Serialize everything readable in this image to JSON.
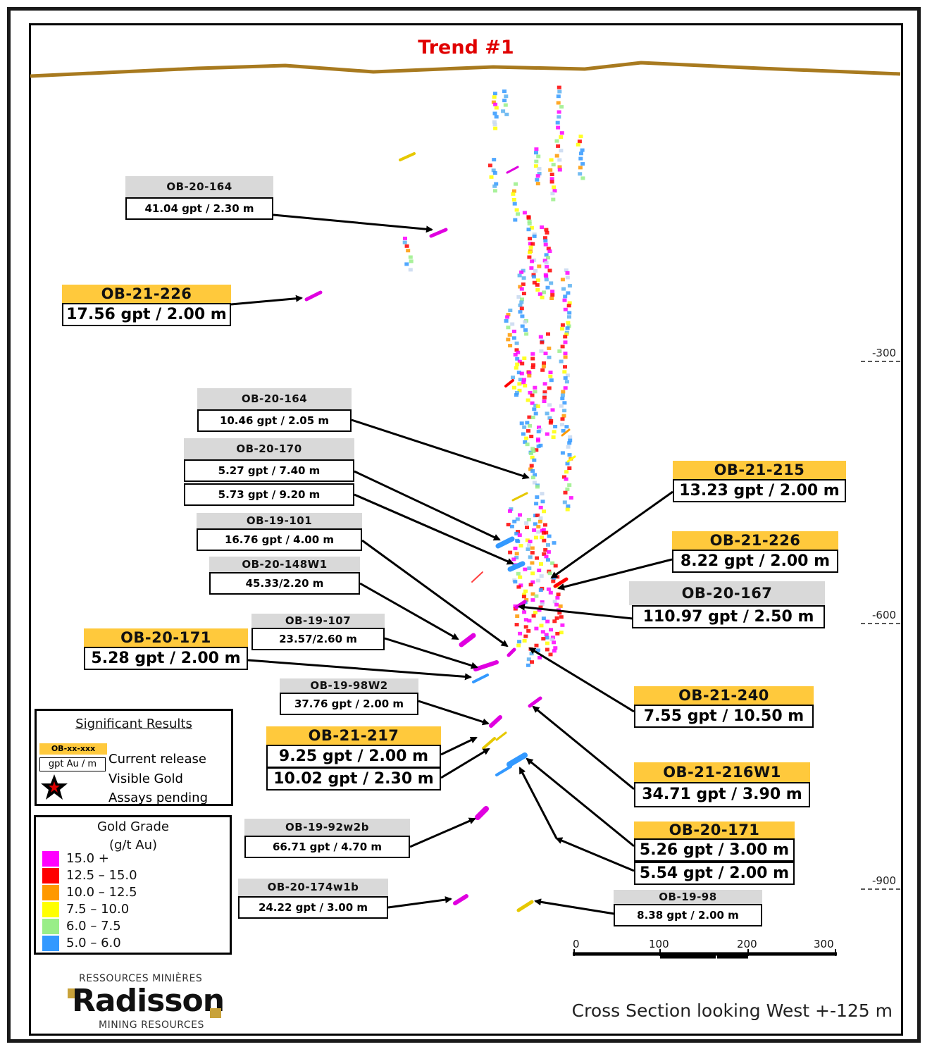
{
  "title": "Trend #1",
  "depth_labels": [
    "-300",
    "-600",
    "-900"
  ],
  "callouts": [
    {
      "id": "c1",
      "hole": "OB-20-164",
      "values": [
        "41.04 gpt / 2.30 m"
      ],
      "release": "previous"
    },
    {
      "id": "c2",
      "hole": "OB-21-226",
      "values": [
        "17.56 gpt / 2.00 m"
      ],
      "release": "current"
    },
    {
      "id": "c3",
      "hole": "OB-20-164",
      "values": [
        "10.46 gpt / 2.05 m"
      ],
      "release": "previous"
    },
    {
      "id": "c4",
      "hole": "OB-20-170",
      "values": [
        "5.27 gpt / 7.40 m",
        "5.73 gpt / 9.20 m"
      ],
      "release": "previous"
    },
    {
      "id": "c5",
      "hole": "OB-19-101",
      "values": [
        "16.76 gpt / 4.00 m"
      ],
      "release": "previous"
    },
    {
      "id": "c6",
      "hole": "OB-20-148W1",
      "values": [
        "45.33/2.20 m"
      ],
      "release": "previous"
    },
    {
      "id": "c7",
      "hole": "OB-19-107",
      "values": [
        "23.57/2.60 m"
      ],
      "release": "previous"
    },
    {
      "id": "c8",
      "hole": "OB-20-171",
      "values": [
        "5.28 gpt / 2.00 m"
      ],
      "release": "current"
    },
    {
      "id": "c9",
      "hole": "OB-19-98W2",
      "values": [
        "37.76 gpt / 2.00 m"
      ],
      "release": "previous"
    },
    {
      "id": "c10",
      "hole": "OB-21-217",
      "values": [
        "9.25 gpt / 2.00 m",
        "10.02 gpt / 2.30 m"
      ],
      "release": "current"
    },
    {
      "id": "c11",
      "hole": "OB-19-92w2b",
      "values": [
        "66.71 gpt / 4.70 m"
      ],
      "release": "previous"
    },
    {
      "id": "c12",
      "hole": "OB-20-174w1b",
      "values": [
        "24.22 gpt / 3.00 m"
      ],
      "release": "previous"
    },
    {
      "id": "c13",
      "hole": "OB-21-215",
      "values": [
        "13.23 gpt / 2.00 m"
      ],
      "release": "current"
    },
    {
      "id": "c14",
      "hole": "OB-21-226",
      "values": [
        "8.22 gpt / 2.00 m"
      ],
      "release": "current"
    },
    {
      "id": "c15",
      "hole": "OB-20-167",
      "values": [
        "110.97 gpt / 2.50 m"
      ],
      "release": "previous"
    },
    {
      "id": "c16",
      "hole": "OB-21-240",
      "values": [
        "7.55 gpt / 10.50 m"
      ],
      "release": "current"
    },
    {
      "id": "c17",
      "hole": "OB-21-216W1",
      "values": [
        "34.71 gpt / 3.90 m"
      ],
      "release": "current"
    },
    {
      "id": "c18",
      "hole": "OB-20-171",
      "values": [
        "5.26 gpt / 3.00 m",
        "5.54 gpt / 2.00 m"
      ],
      "release": "current"
    },
    {
      "id": "c19",
      "hole": "OB-19-98",
      "values": [
        "8.38 gpt / 2.00 m"
      ],
      "release": "previous"
    }
  ],
  "legend_results": {
    "title": "Significant Results",
    "sample_hole": "OB-xx-xxx",
    "sample_value": "gpt Au / m",
    "items": [
      "Current release",
      "Visible Gold",
      "Assays pending"
    ]
  },
  "legend_grade": {
    "title_line1": "Gold Grade",
    "title_line2": "(g/t Au)",
    "classes": [
      {
        "label": "15.0 +",
        "color": "#ff00ff"
      },
      {
        "label": "12.5 – 15.0",
        "color": "#ff0000"
      },
      {
        "label": "10.0 – 12.5",
        "color": "#ff9900"
      },
      {
        "label": "7.5 – 10.0",
        "color": "#ffff00"
      },
      {
        "label": "6.0 – 7.5",
        "color": "#99ee88"
      },
      {
        "label": "5.0 – 6.0",
        "color": "#3399ff"
      }
    ]
  },
  "scale_bar": {
    "ticks": [
      "0",
      "100",
      "200",
      "300"
    ]
  },
  "logo": {
    "top": "RESSOURCES MINIÈRES",
    "name": "Radisson",
    "bottom": "MINING RESOURCES"
  },
  "caption": "Cross Section looking West +-125 m",
  "colors": {
    "topography": "#a87a1f",
    "title": "#e00000",
    "current_release": "#ffc93c",
    "previous_release": "#d9d9d9"
  }
}
